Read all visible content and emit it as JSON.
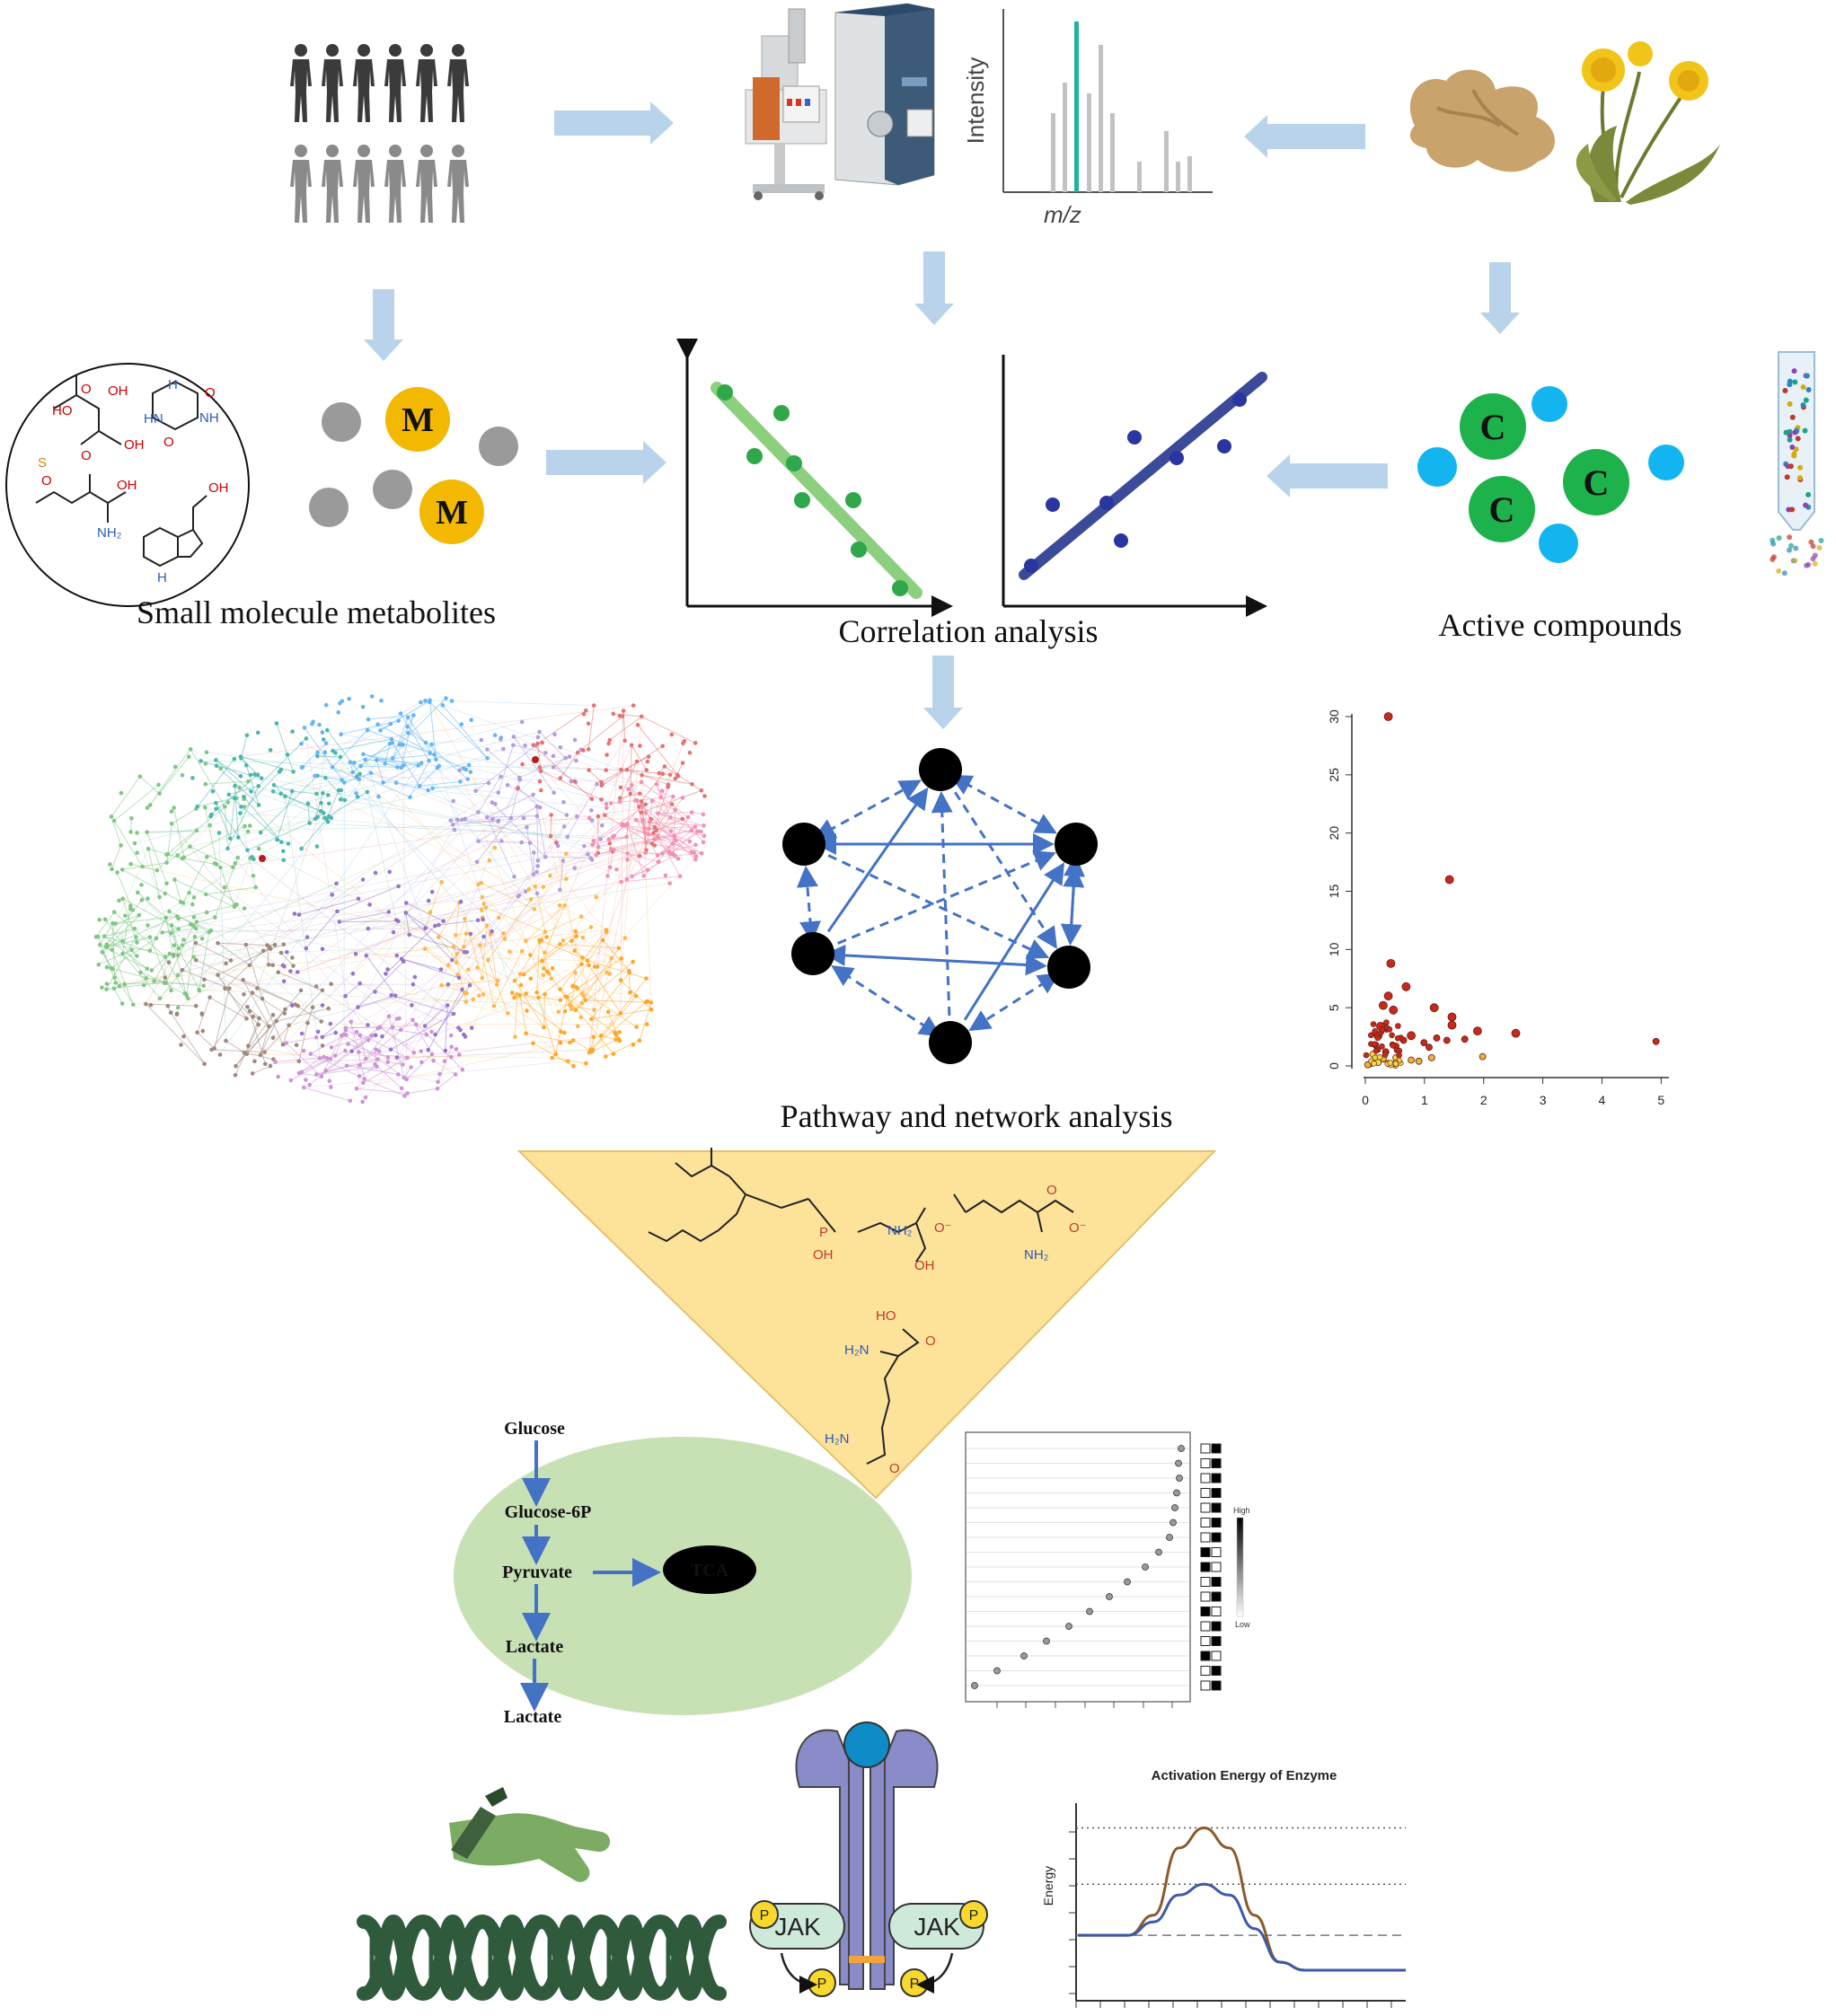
{
  "colors": {
    "arrow": "#b8d3ea",
    "metabolite": "#f3b800",
    "grey_dot": "#9a9a9a",
    "compound_green": "#1db24b",
    "compound_blue": "#12b5ef",
    "corr_neg": "#8ccf7e",
    "corr_neg_dot": "#2fa74a",
    "corr_pos": "#3b4a99",
    "corr_pos_dot": "#2b35a0",
    "network_edge": "#4472c4",
    "triangle": "#fde29a",
    "cell": "#c8e1b4",
    "energy_brown": "#8b5a2b",
    "energy_blue": "#3c5aa6"
  },
  "labels": {
    "small_molecule": "Small molecule metabolites",
    "correlation": "Correlation analysis",
    "active_compounds": "Active compounds",
    "pathway_network": "Pathway and network analysis"
  },
  "metabolite_symbol": "M",
  "compound_symbol": "C",
  "spectrum": {
    "y_label": "Intensity",
    "x_label": "m/z"
  },
  "chemistry": {
    "oh": "OH",
    "ho": "HO",
    "nh2": "NH₂",
    "h2n": "H₂N",
    "o": "O",
    "o_minus": "O⁻",
    "p": "P",
    "s": "S",
    "h": "H",
    "n": "N",
    "nh": "NH",
    "hn": "HN"
  },
  "glycolysis": {
    "steps": [
      "Glucose",
      "Glucose-6P",
      "Pyruvate",
      "Lactate",
      "Lactate"
    ],
    "tca": "TCA"
  },
  "dotplot": {
    "legend_high": "High",
    "legend_low": "Low"
  },
  "scatter_plot": {
    "x_ticks": [
      "0",
      "1",
      "2",
      "3",
      "4",
      "5"
    ],
    "y_ticks": [
      "0",
      "5",
      "10",
      "15",
      "20",
      "25",
      "30"
    ]
  },
  "jak": {
    "label": "JAK",
    "phospho": "P"
  },
  "chart_data": {
    "type": "line",
    "title": "Activation Energy of Enzyme",
    "ylabel": "Energy",
    "xlabel": "",
    "x": [
      0,
      1,
      2,
      3,
      4,
      5,
      6,
      7,
      8,
      9,
      10,
      11,
      12,
      13
    ],
    "series": [
      {
        "values": [
          0.2,
          0.2,
          0.2,
          0.35,
          0.85,
          1.0,
          0.85,
          0.35,
          0.0,
          -0.06,
          -0.06,
          -0.06,
          -0.06,
          -0.06
        ]
      },
      {
        "values": [
          0.2,
          0.2,
          0.2,
          0.3,
          0.5,
          0.58,
          0.5,
          0.25,
          0.0,
          -0.06,
          -0.06,
          -0.06,
          -0.06,
          -0.06
        ]
      }
    ],
    "grid": false,
    "ylim": [
      -0.1,
      1.05
    ]
  }
}
